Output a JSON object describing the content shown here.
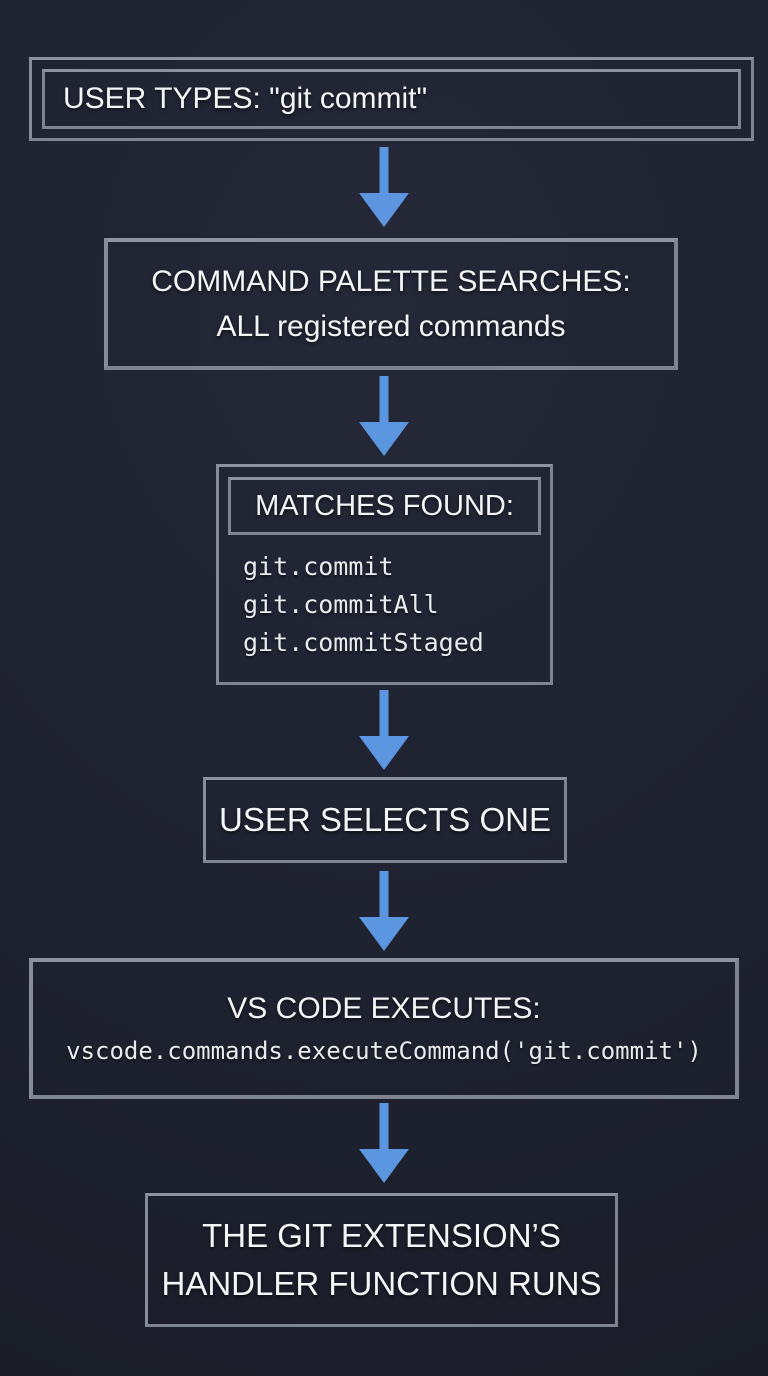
{
  "colors": {
    "background": "#1f2230",
    "border": "#7e8591",
    "text": "#f4f5f7",
    "code_text": "#e9ebef",
    "arrow": "#5c96e0"
  },
  "diagram": {
    "type": "flowchart",
    "direction": "top-down",
    "nodes": [
      {
        "id": "user-types",
        "label": "USER TYPES: \"git commit\""
      },
      {
        "id": "palette-searches",
        "line1": "COMMAND PALETTE SEARCHES:",
        "line2": "ALL registered commands"
      },
      {
        "id": "matches-found",
        "title": "MATCHES FOUND:",
        "matches": [
          "git.commit",
          "git.commitAll",
          "git.commitStaged"
        ]
      },
      {
        "id": "user-selects",
        "label": "USER SELECTS ONE"
      },
      {
        "id": "vscode-executes",
        "title": "VS CODE EXECUTES:",
        "code": "vscode.commands.executeCommand('git.commit')"
      },
      {
        "id": "handler-runs",
        "line1": "THE GIT EXTENSION’S",
        "line2": "HANDLER FUNCTION RUNS"
      }
    ],
    "connectors": [
      {
        "from": "user-types",
        "to": "palette-searches",
        "icon": "arrow-down-icon"
      },
      {
        "from": "palette-searches",
        "to": "matches-found",
        "icon": "arrow-down-icon"
      },
      {
        "from": "matches-found",
        "to": "user-selects",
        "icon": "arrow-down-icon"
      },
      {
        "from": "user-selects",
        "to": "vscode-executes",
        "icon": "arrow-down-icon"
      },
      {
        "from": "vscode-executes",
        "to": "handler-runs",
        "icon": "arrow-down-icon"
      }
    ]
  }
}
